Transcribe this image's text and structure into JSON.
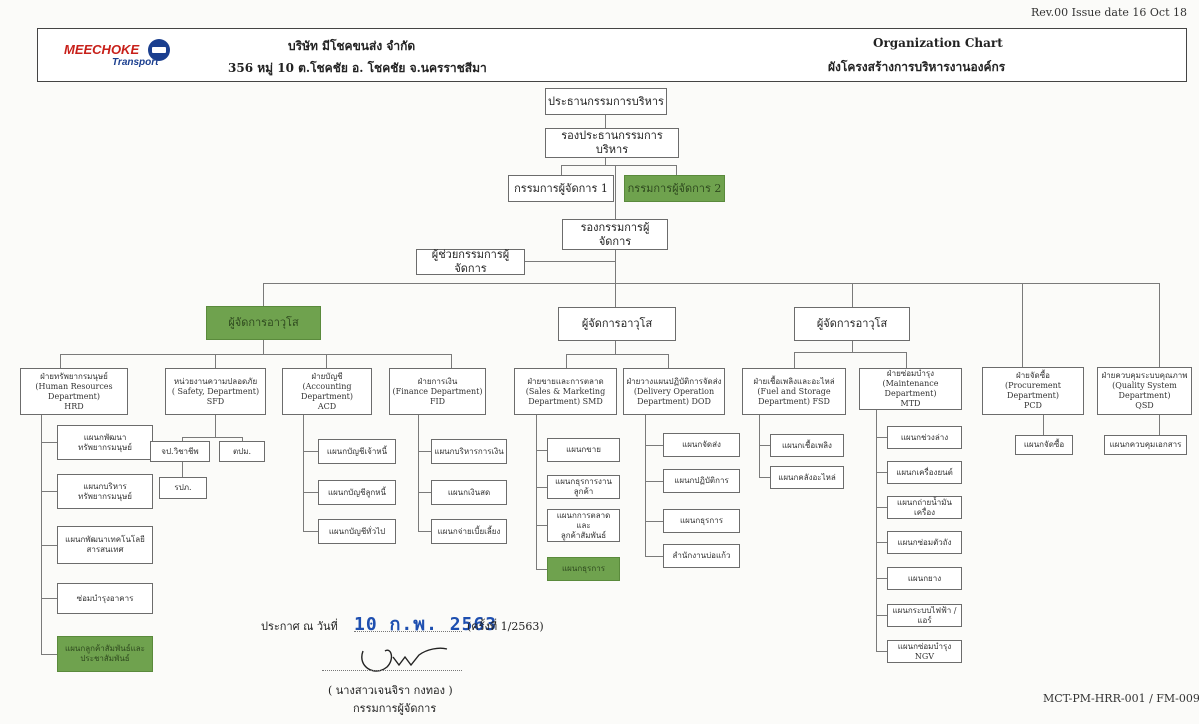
{
  "rev": "Rev.00 Issue date 16 Oct 18",
  "logo": {
    "main": "MEECHOKE",
    "sub": "Transport"
  },
  "company": {
    "line1": "บริษัท  มีโชคขนส่ง จำกัด",
    "line2": "356 หมู่ 10 ต.โชคชัย อ. โชคชัย จ.นครราชสีมา"
  },
  "title": {
    "en": "Organization Chart",
    "th": "ผังโครงสร้างการบริหารงานองค์กร"
  },
  "top": {
    "chairman": "ประธานกรรมการบริหาร",
    "vice_chairman": "รองประธานกรรมการบริหาร",
    "md1": "กรรมการผู้จัดการ 1",
    "md2": "กรรมการผู้จัดการ 2",
    "deputy_md": "รองกรรมการผู้จัดการ",
    "asst_md": "ผู้ช่วยกรรมการผู้จัดการ"
  },
  "senior": {
    "a": "ผู้จัดการอาวุโส",
    "b": "ผู้จัดการอาวุโส",
    "c": "ผู้จัดการอาวุโส"
  },
  "depts": {
    "hrd": [
      "ฝ่ายทรัพยากรมนุษย์",
      "(Human Resources Department)",
      "HRD"
    ],
    "sfd": [
      "หน่วยงานความปลอดภัย",
      "( Safety, Department)",
      "SFD"
    ],
    "acd": [
      "ฝ่ายบัญชี",
      "(Accounting Department)",
      "ACD"
    ],
    "fid": [
      "ฝ่ายการเงิน",
      "(Finance Department)",
      "FID"
    ],
    "smd": [
      "ฝ่ายขายและการตลาด",
      "(Sales & Marketing",
      "Department) SMD"
    ],
    "dod": [
      "ฝ่ายวางแผนปฏิบัติการจัดส่ง",
      "(Delivery Operation",
      "Department) DOD"
    ],
    "fsd": [
      "ฝ่ายเชื้อเพลิงและอะไหล่",
      "(Fuel and Storage",
      "Department) FSD"
    ],
    "mtd": [
      "ฝ่ายซ่อมบำรุง",
      "(Maintenance Department)",
      "MTD"
    ],
    "pcd": [
      "ฝ่ายจัดซื้อ",
      "(Procurement Department)",
      "PCD"
    ],
    "qsd": [
      "ฝ่ายควบคุมระบบคุณภาพ",
      "(Quality System Department)",
      "QSD"
    ]
  },
  "units": {
    "hrd": [
      [
        "แผนกพัฒนา",
        "ทรัพยากรมนุษย์"
      ],
      [
        "แผนกบริหาร",
        "ทรัพยากรมนุษย์"
      ],
      [
        "แผนกพัฒนาเทคโนโลยี",
        "สารสนเทศ"
      ],
      [
        "ซ่อมบำรุงอาคาร"
      ],
      [
        "แผนกลูกค้าสัมพันธ์และ",
        "ประชาสัมพันธ์"
      ]
    ],
    "sfd": [
      "จป.วิชาชีพ",
      "ตปม.",
      "รปภ."
    ],
    "acd": [
      "แผนกบัญชีเจ้าหนี้",
      "แผนกบัญชีลูกหนี้",
      "แผนกบัญชีทั่วไป"
    ],
    "fid": [
      "แผนกบริหารการเงิน",
      "แผนกเงินสด",
      "แผนกจ่ายเบี้ยเลี้ยง"
    ],
    "smd": [
      [
        "แผนกขาย"
      ],
      [
        "แผนกธุรการงานลูกค้า"
      ],
      [
        "แผนกการตลาดและ",
        "ลูกค้าสัมพันธ์"
      ],
      [
        "แผนกธุรการ"
      ]
    ],
    "dod": [
      "แผนกจัดส่ง",
      "แผนกปฏิบัติการ",
      "แผนกธุรการ",
      "สำนักงานบ่อแก้ว"
    ],
    "fsd": [
      "แผนกเชื้อเพลิง",
      "แผนกคลังอะไหล่"
    ],
    "mtd": [
      "แผนกช่วงล่าง",
      "แผนกเครื่องยนต์",
      "แผนกถ่ายน้ำมันเครื่อง",
      "แผนกซ่อมตัวถัง",
      "แผนกยาง",
      "แผนกระบบไฟฟ้า / แอร์",
      "แผนกซ่อมบำรุง NGV"
    ],
    "pcd": [
      "แผนกจัดซื้อ"
    ],
    "qsd": [
      "แผนกควบคุมเอกสาร"
    ]
  },
  "announce": {
    "prefix": "ประกาศ ณ วันที่",
    "date": "10 ก.พ. 2563",
    "suffix": "(ครั้งที่ 1/2563)"
  },
  "signer": {
    "name": "( นางสาวเจนจิรา  กงทอง )",
    "position": "กรรมการผู้จัดการ"
  },
  "doc_code": "MCT-PM-HRR-001 / FM-009",
  "colors": {
    "highlight": "#6fa24e",
    "date_ink": "#1e4fb0",
    "logo_red": "#c8201a",
    "logo_blue": "#1b3f8f"
  }
}
